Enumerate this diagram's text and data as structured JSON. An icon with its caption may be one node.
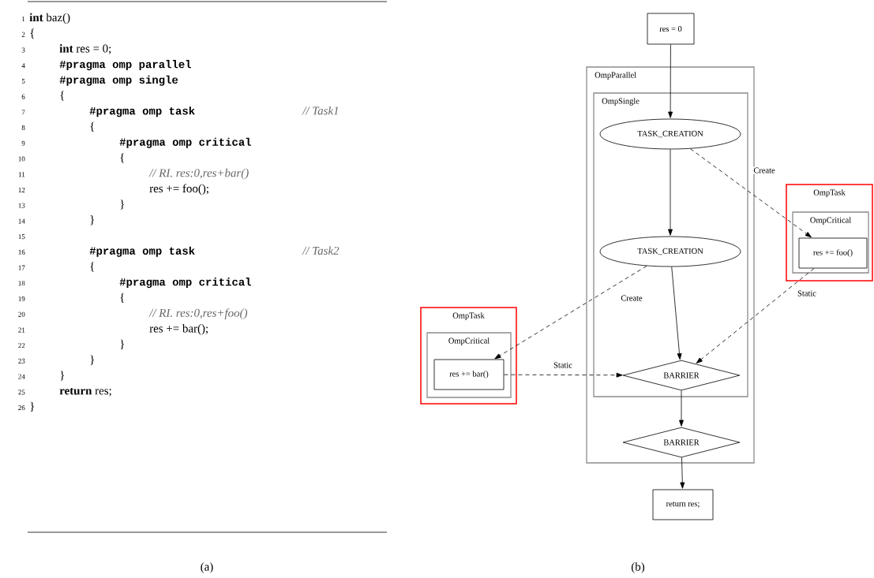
{
  "diagram": {
    "nodes": [
      {
        "text": [
          "res = 0"
        ]
      },
      {
        "text": [
          "OmpParallel"
        ]
      },
      {
        "text": [
          "OmpSingle"
        ],
        "in": 1
      },
      {
        "text": [
          "TASK_CREATION"
        ],
        "in": 2
      },
      {
        "text": [
          "TASK_CREATION"
        ],
        "in": 2
      },
      {
        "text": [
          "BARRIER"
        ],
        "in": 2
      },
      {
        "text": [
          "BARRIER"
        ],
        "in": 1
      },
      {
        "text": [
          "return res;"
        ]
      },
      {
        "text": [
          "OmpTask"
        ]
      },
      {
        "text": [
          "OmpCritical"
        ],
        "in": 8
      },
      {
        "text": [
          "res += foo()"
        ],
        "in": 9
      },
      {
        "text": [
          "OmpTask"
        ]
      },
      {
        "text": [
          "OmpCritical"
        ],
        "in": 11
      },
      {
        "text": [
          "res += bar()"
        ],
        "in": 12
      }
    ],
    "edges": [
      {
        "from": 0,
        "to": 3,
        "arrow": "to"
      },
      {
        "from": 3,
        "to": 4,
        "arrow": "to"
      },
      {
        "from": 3,
        "to": 10,
        "arrow": "to",
        "label": "Create",
        "style": "dashed"
      },
      {
        "from": 4,
        "to": 13,
        "arrow": "to",
        "label": "Create",
        "style": "dashed"
      },
      {
        "from": 4,
        "to": 5,
        "arrow": "to"
      },
      {
        "from": 10,
        "to": 5,
        "arrow": "to",
        "label": "Static",
        "style": "dashed"
      },
      {
        "from": 13,
        "to": 5,
        "arrow": "to",
        "label": "Static",
        "style": "dashed"
      },
      {
        "from": 5,
        "to": 6,
        "arrow": "to"
      },
      {
        "from": 6,
        "to": 7,
        "arrow": "to"
      }
    ],
    "labels": [
      "1",
      "**int** baz()",
      "2",
      "{",
      "3",
      "**int** res = 0;",
      "4",
      "#pragma omp parallel",
      "5",
      "#pragma omp single",
      "6",
      "{",
      "7",
      "#pragma omp task",
      "// Task1",
      "8",
      "{",
      "9",
      "#pragma omp critical",
      "10",
      "{",
      "11",
      "// RI. res:0,res+bar()",
      "12",
      "res += foo();",
      "13",
      "}",
      "14",
      "}",
      "15",
      "16",
      "#pragma omp task",
      "// Task2",
      "17",
      "{",
      "18",
      "#pragma omp critical",
      "19",
      "{",
      "20",
      "// RI. res:0,res+foo()",
      "21",
      "res += bar();",
      "22",
      "}",
      "23",
      "}",
      "24",
      "}",
      "25",
      "**return** res;",
      "26",
      "}",
      "(a)",
      "(b)"
    ]
  }
}
